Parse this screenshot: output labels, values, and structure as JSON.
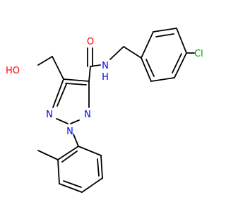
{
  "atoms": {
    "oxygen_hydroxyl": "HO",
    "oxygen_carbonyl": "O",
    "nitrogen_amide": "N",
    "hydrogen_amide": "H",
    "chlorine": "Cl",
    "nitrogen_n1": "N",
    "nitrogen_n2": "N",
    "nitrogen_n3": "N"
  },
  "colors": {
    "bond": "#000000",
    "oxygen": "#ff0000",
    "nitrogen": "#0000ff",
    "chlorine": "#00a000",
    "background": "#ffffff"
  }
}
